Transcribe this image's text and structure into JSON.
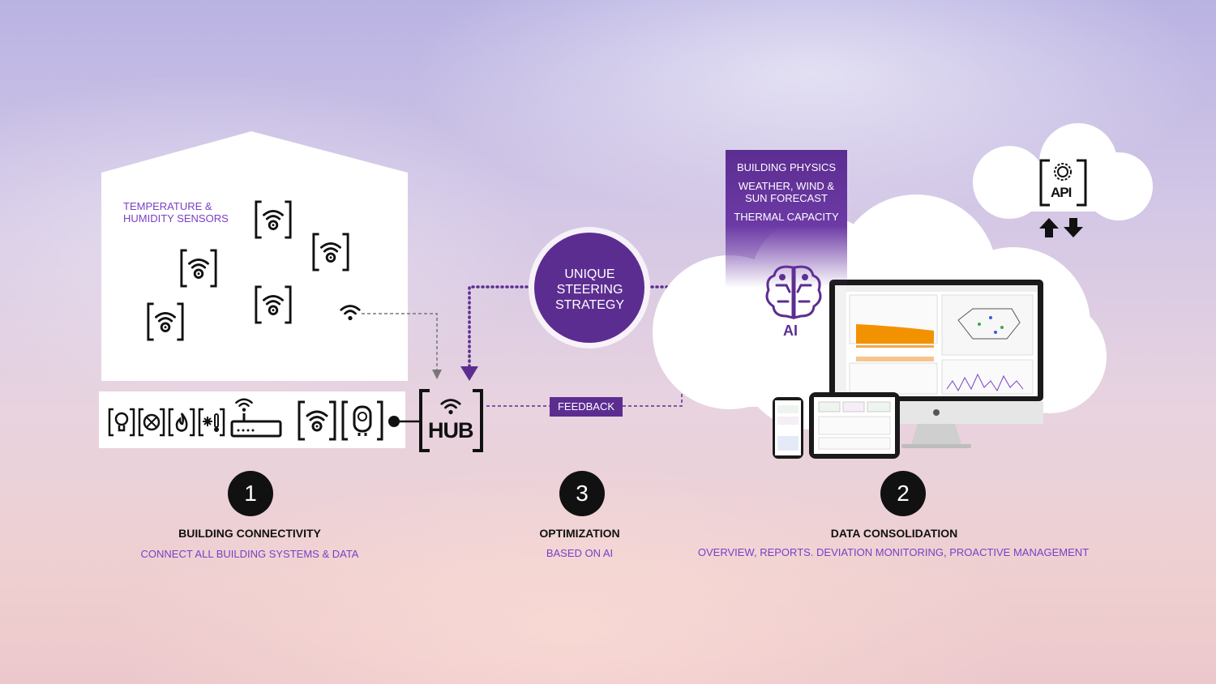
{
  "sensors": {
    "title_line1": "TEMPERATURE &",
    "title_line2": "HUMIDITY SENSORS"
  },
  "strategy": {
    "line1": "UNIQUE",
    "line2": "STEERING",
    "line3": "STRATEGY"
  },
  "physics": {
    "line1": "BUILDING PHYSICS",
    "line2": "WEATHER, WIND &",
    "line3": "SUN FORECAST",
    "line4": "THERMAL CAPACITY"
  },
  "hub_label": "HUB",
  "ai_label": "AI",
  "api_label": "API",
  "feedback_label": "FEEDBACK",
  "steps": [
    {
      "number": "1",
      "title": "BUILDING CONNECTIVITY",
      "subtitle": "CONNECT ALL BUILDING SYSTEMS & DATA"
    },
    {
      "number": "3",
      "title": "OPTIMIZATION",
      "subtitle": "BASED ON AI"
    },
    {
      "number": "2",
      "title": "DATA CONSOLIDATION",
      "subtitle": "OVERVIEW, REPORTS. DEVIATION MONITORING, PROACTIVE MANAGEMENT"
    }
  ],
  "colors": {
    "purple_dark": "#5c2d91",
    "purple_text": "#7a3fc6",
    "black": "#111111",
    "white": "#ffffff"
  }
}
